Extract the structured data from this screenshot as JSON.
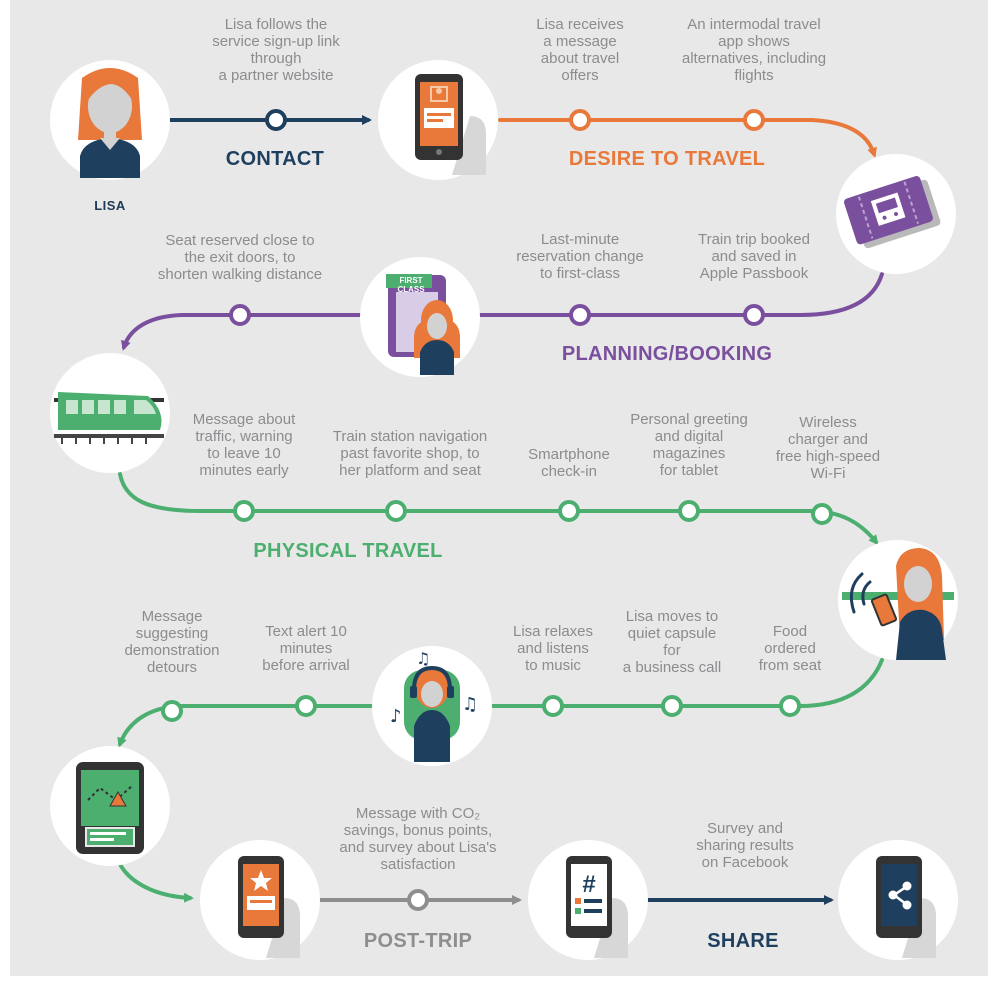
{
  "colors": {
    "navy": "#1f3f5e",
    "orange": "#e8793b",
    "purple": "#7a4f9d",
    "green": "#4caf6f",
    "gray": "#8e8e8e",
    "background": "#e8e8e9"
  },
  "persona": {
    "name": "LISA"
  },
  "stages": [
    {
      "id": "contact",
      "title": "CONTACT",
      "color": "#1f3f5e",
      "stops": [
        "Lisa follows the\nservice sign-up link\nthrough\na partner website"
      ]
    },
    {
      "id": "desire",
      "title": "DESIRE TO TRAVEL",
      "color": "#e8793b",
      "stops": [
        "Lisa receives\na message\nabout travel\noffers",
        "An intermodal travel\napp shows\nalternatives, including\nflights"
      ]
    },
    {
      "id": "planning",
      "title": "PLANNING/BOOKING",
      "color": "#7a4f9d",
      "stops": [
        "Seat reserved close to\nthe exit doors, to\nshorten walking distance",
        "Last-minute\nreservation change\nto first-class",
        "Train trip booked\nand saved in\nApple Passbook"
      ]
    },
    {
      "id": "physical",
      "title": "PHYSICAL TRAVEL",
      "color": "#4caf6f",
      "stops": [
        "Message about\ntraffic, warning\nto leave 10\nminutes early",
        "Train station navigation\npast favorite shop, to\nher platform and seat",
        "Smartphone\ncheck-in",
        "Personal greeting\nand digital\nmagazines\nfor tablet",
        "Wireless\ncharger and\nfree high-speed\nWi-Fi",
        "Message\nsuggesting\ndemonstration\ndetours",
        "Text alert 10\nminutes\nbefore arrival",
        "Lisa relaxes\nand listens\nto music",
        "Lisa moves to\nquiet capsule\nfor\na business call",
        "Food\nordered\nfrom seat"
      ]
    },
    {
      "id": "post",
      "title": "POST-TRIP",
      "color": "#8e8e8e",
      "stops": [
        "Message with CO₂\nsavings, bonus points,\nand survey about Lisa's\nsatisfaction"
      ]
    },
    {
      "id": "share",
      "title": "SHARE",
      "color": "#1f3f5e",
      "stops": [
        "Survey and\nsharing results\non Facebook"
      ]
    }
  ],
  "badges": {
    "first_class": "FIRST CLASS",
    "hashtag": "#"
  },
  "icons": [
    "lisa-avatar-icon",
    "phone-message-icon",
    "train-ticket-icon",
    "first-class-seat-icon",
    "train-icon",
    "tablet-wifi-icon",
    "headphones-music-icon",
    "map-detour-icon",
    "phone-star-icon",
    "phone-hashtag-icon",
    "phone-share-icon"
  ]
}
